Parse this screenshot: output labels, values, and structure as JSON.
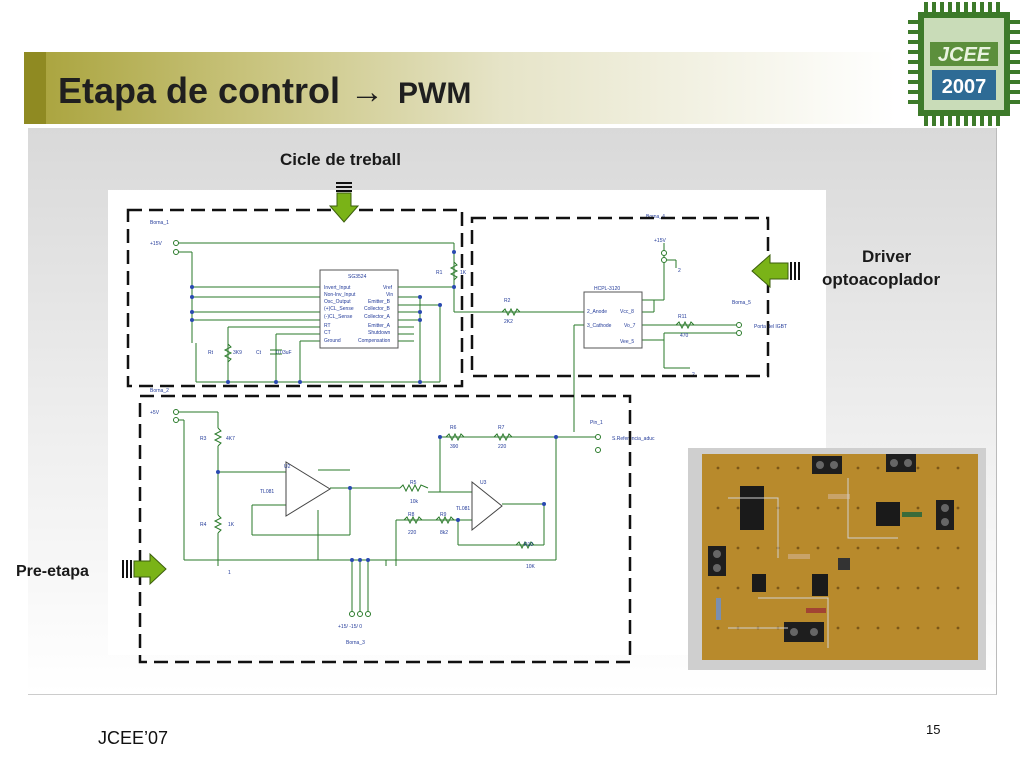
{
  "slide": {
    "title": "Etapa de control",
    "title_arrow": "→",
    "subtitle": "PWM",
    "footer_left": "JCEE’07",
    "page_number": "15"
  },
  "logo": {
    "text": "JCEE",
    "year": "2007"
  },
  "annotations": {
    "cycle": "Cicle de treball",
    "driver_line1": "Driver",
    "driver_line2": "optoacoplador",
    "pre_stage": "Pre-etapa"
  },
  "schematic": {
    "top_left": {
      "connector": "Borna_1",
      "supply": "+15V",
      "ic": "SG3524",
      "ic_pins_left": [
        "Invert_Input",
        "Non-Inv_Input",
        "Osc_Output",
        "(+)CL_Sense",
        "(-)CL_Sense",
        "RT",
        "CT",
        "Ground"
      ],
      "ic_pins_right": [
        "Vref",
        "Vin",
        "Emitter_B",
        "Collector_B",
        "Collector_A",
        "Emitter_A",
        "Shutdown",
        "Compensation"
      ],
      "r1_label": "R1",
      "r1_value": "1K",
      "rt_label": "Rt",
      "rt_value": "3K9",
      "ct_label": "Ct",
      "ct_value": "0,03uF"
    },
    "top_right": {
      "connector_top": "Borna_4",
      "supply": "+15V",
      "ground": "2",
      "ic": "HCPL-3120",
      "ic_pins_left": [
        "2_Anode",
        "3_Cathode"
      ],
      "ic_pins_right": [
        "Vcc_8",
        "Vo_7",
        "Vee_5"
      ],
      "r2_label": "R2",
      "r2_value": "2K2",
      "r11_label": "R11",
      "r11_value": "470",
      "connector_out": "Borna_5",
      "out_label": "Porta del IGBT",
      "ground2": "2"
    },
    "bottom": {
      "connector": "Borna_2",
      "supply": "+5V",
      "r3_label": "R3",
      "r3_value": "4K7",
      "r4_label": "R4",
      "r4_value": "1K",
      "u2_label": "U2",
      "u2_part": "TL081",
      "u3_label": "U3",
      "u3_part": "TL081",
      "r5_label": "R5",
      "r5_value": "10k",
      "r6_label": "R6",
      "r6_value": "390",
      "r7_label": "R7",
      "r7_value": "220",
      "r8_label": "R8",
      "r8_value": "220",
      "r9_label": "R9",
      "r9_value": "8k2",
      "r10_label": "R10",
      "r10_value": "10K",
      "pin_label": "Pin_1",
      "ref_label": "S.Referencia_aduc",
      "gnd1": "1",
      "rails": "+15/ -15/ 0",
      "connector_bottom": "Borna_3"
    }
  },
  "colors": {
    "title_bar": "#a8a23a",
    "arrow_green": "#7ab317",
    "dash_box": "#111111",
    "logo_green": "#3d7a2a",
    "logo_year_bg": "#2e6b95"
  }
}
